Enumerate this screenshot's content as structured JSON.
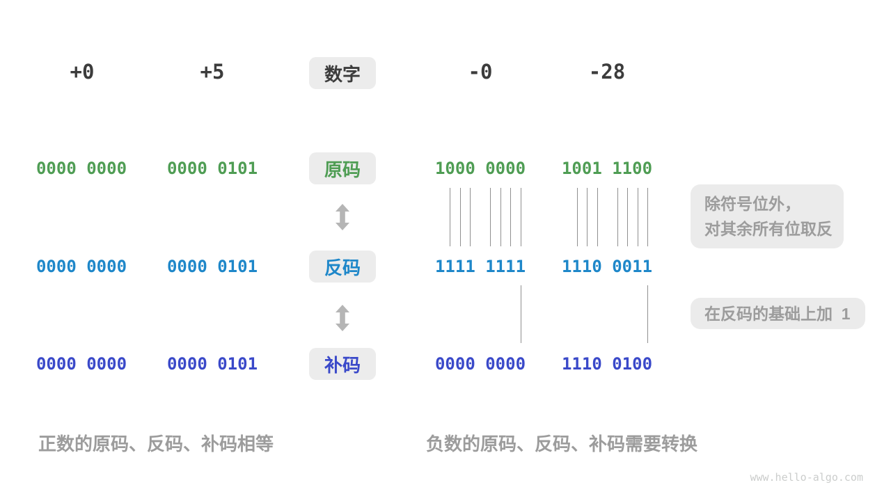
{
  "page": {
    "watermark": "www.hello-algo.com",
    "background": "#ffffff"
  },
  "colors": {
    "number_text": "#3c3c3c",
    "sign_magnitude_green": "#4f9d54",
    "ones_complement_blue": "#1e87c9",
    "twos_complement_indigo": "#3a49c9",
    "annotation_gray": "#9c9c9c",
    "badge_background": "#ececec",
    "arrow_gray": "#b5b5b5",
    "tick_line_gray": "#8f8f8f"
  },
  "labels": {
    "number": "数字",
    "sign_magnitude": "原码",
    "ones_complement": "反码",
    "twos_complement": "补码"
  },
  "columns": [
    {
      "number": "+0",
      "sign_magnitude": "0000 0000",
      "ones_complement": "0000 0000",
      "twos_complement": "0000 0000"
    },
    {
      "number": "+5",
      "sign_magnitude": "0000 0101",
      "ones_complement": "0000 0101",
      "twos_complement": "0000 0101"
    },
    {
      "number": "-0",
      "sign_magnitude": "1000 0000",
      "ones_complement": "1111 1111",
      "twos_complement": "0000 0000"
    },
    {
      "number": "-28",
      "sign_magnitude": "1001 1100",
      "ones_complement": "1110 0011",
      "twos_complement": "1110 0100"
    }
  ],
  "annotations": {
    "invert_note_line1": "除符号位外，",
    "invert_note_line2": "对其余所有位取反",
    "add_one_note": "在反码的基础上加  1",
    "positive_caption": "正数的原码、反码、补码相等",
    "negative_caption": "负数的原码、反码、补码需要转换"
  },
  "icons": {
    "arrow_between_rows": "up-down-arrow"
  }
}
